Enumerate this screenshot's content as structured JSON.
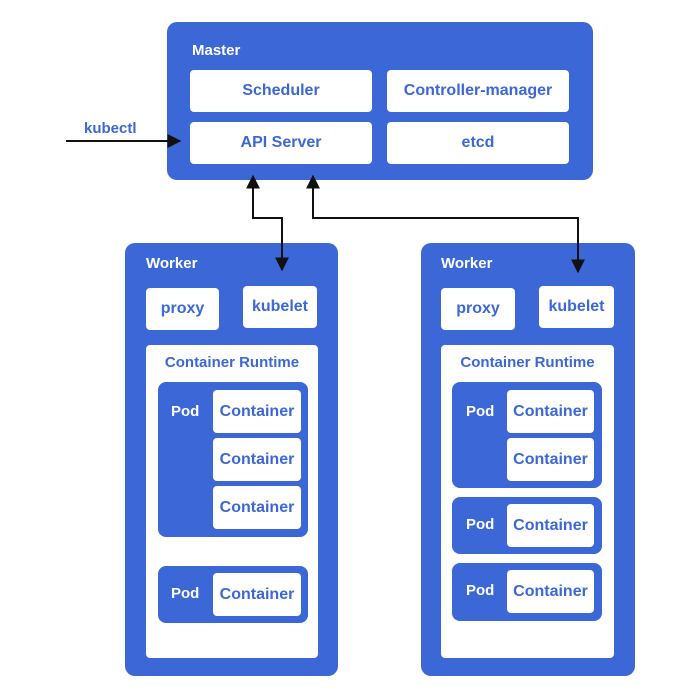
{
  "colors": {
    "accent": "#3c67d6",
    "line": "#111111"
  },
  "master": {
    "title": "Master",
    "scheduler": "Scheduler",
    "controller_manager": "Controller-manager",
    "api_server": "API Server",
    "etcd": "etcd"
  },
  "kubectl": "kubectl",
  "workers": [
    {
      "title": "Worker",
      "proxy": "proxy",
      "kubelet": "kubelet",
      "runtime": "Container Runtime",
      "pods": [
        {
          "label": "Pod",
          "containers": [
            "Container",
            "Container",
            "Container"
          ]
        },
        {
          "label": "Pod",
          "containers": [
            "Container"
          ]
        }
      ]
    },
    {
      "title": "Worker",
      "proxy": "proxy",
      "kubelet": "kubelet",
      "runtime": "Container Runtime",
      "pods": [
        {
          "label": "Pod",
          "containers": [
            "Container",
            "Container"
          ]
        },
        {
          "label": "Pod",
          "containers": [
            "Container"
          ]
        },
        {
          "label": "Pod",
          "containers": [
            "Container"
          ]
        }
      ]
    }
  ]
}
